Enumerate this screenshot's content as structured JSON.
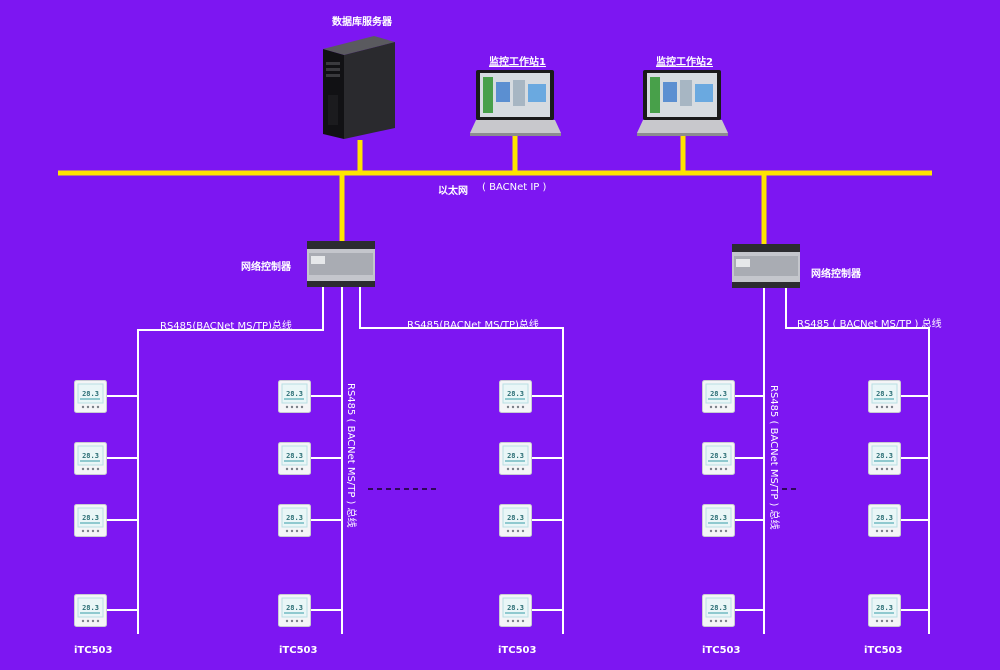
{
  "labels": {
    "db_server": "数据库服务器",
    "workstation_1": "监控工作站1",
    "workstation_2": "监控工作站2",
    "ethernet": "以太网",
    "bacnet_ip": "( BACNet IP )",
    "network_controller_left": "网络控制器",
    "network_controller_right": "网络控制器",
    "rs485_left_1": "RS485(BACNet MS/TP)总线",
    "rs485_left_2": "RS485(BACNet MS/TP)总线",
    "rs485_left_vertical": "RS485 ( BACNet MS/TP ) 总线",
    "rs485_right_vertical": "RS485 ( BACNet MS/TP ) 总线",
    "rs485_right": "RS485 ( BACNet MS/TP ) 总线",
    "device_1": "iTC503",
    "device_2": "iTC503",
    "device_3": "iTC503",
    "device_4": "iTC503",
    "device_5": "iTC503"
  },
  "thermostat_display": "28.3",
  "colors": {
    "background": "#7d16f2",
    "ethernet_line": "#ffe400",
    "bus_line": "#ffffff"
  },
  "icons": [
    "server-icon",
    "laptop-icon",
    "controller-icon",
    "thermostat-icon"
  ]
}
